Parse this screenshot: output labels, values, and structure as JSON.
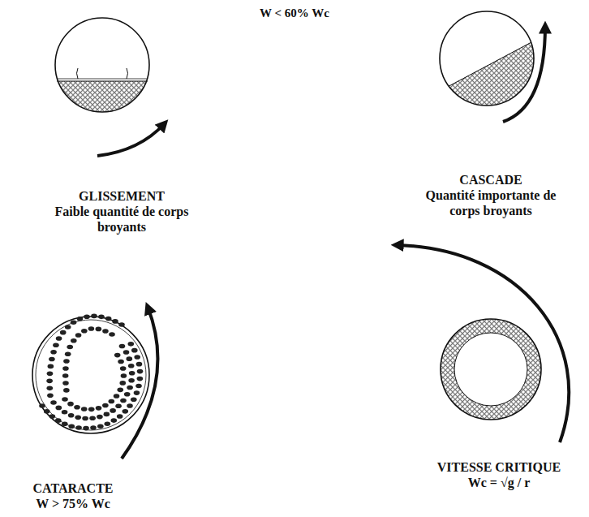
{
  "diagram": {
    "nodes": [
      {
        "text": [
          "GLISSEMENT",
          "Faible quantité de corps broyants"
        ]
      },
      {
        "text": [
          "CASCADE",
          "Quantité importante de corps broyants"
        ]
      },
      {
        "text": [
          "CATARACTE",
          "W > 75% Wc"
        ]
      },
      {
        "text": [
          "VITESSE CRITIQUE",
          "Wc = √g / r"
        ]
      }
    ],
    "labels": [
      "W < 60% Wc"
    ]
  }
}
